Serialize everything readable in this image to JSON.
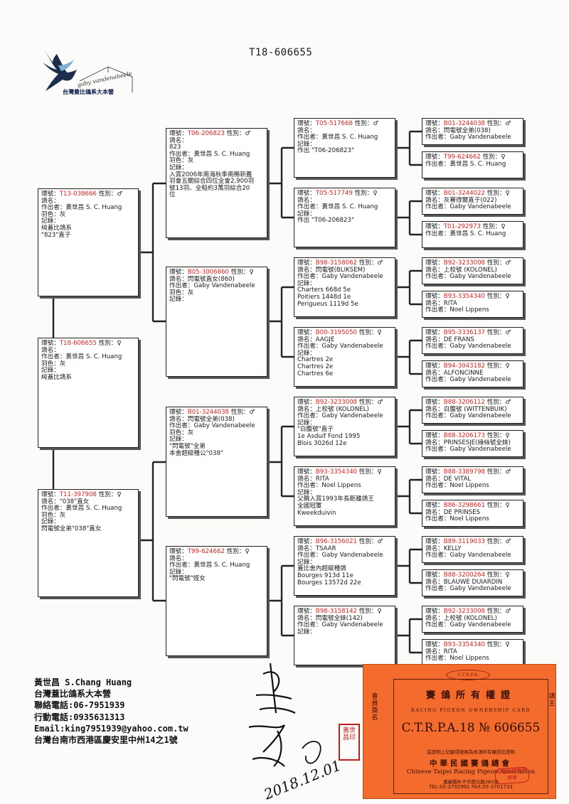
{
  "document_title": "T18-606655",
  "logo": {
    "script_text": "gaby vandenabeele",
    "caption": "台灣蓋比鴿系大本營",
    "icon": "pigeon-icon"
  },
  "labels": {
    "ring": "環號：",
    "sex": "性別：",
    "name": "鴿名：",
    "breeder": "作出者：",
    "color": "羽色：",
    "record": "記錄："
  },
  "pedigree": {
    "subject": {
      "ring": "T18-606655",
      "sex": "♀",
      "lines": [
        "鴿名：",
        "作出者：黃世昌 S. C. Huang",
        "羽色：灰",
        "記錄：",
        "純蓋比鴿系"
      ]
    },
    "sire": {
      "ring": "T13-038666",
      "sex": "♂",
      "lines": [
        "鴿名：",
        "作出者：黃世昌 S. C. Huang",
        "羽色：灰",
        "記錄：",
        "純蓋比鴿系",
        "\"823\"直子"
      ]
    },
    "dam": {
      "ring": "T11-397908",
      "sex": "♀",
      "lines": [
        "鴿名：\"038\"直女",
        "作出者：黃世昌 S. C. Huang",
        "羽色：灰",
        "記錄：",
        "閃電號全弟\"038\"直女"
      ]
    },
    "gen2": [
      {
        "ring": "T06-206823",
        "sex": "♂",
        "lines": [
          "鴿名：",
          "823",
          "作出者：黃世昌 S. C. Huang",
          "羽色：灰",
          "記錄：",
          "入賞2006年南海秋季南縣新義",
          "羽會五關綜合四位全會2,900羽",
          "號13羽、全船約3萬羽綜合20",
          "位"
        ]
      },
      {
        "ring": "B05-3006860",
        "sex": "♀",
        "lines": [
          "鴿名：閃電號直女(860)",
          "作出者：Gaby Vandenabeele",
          "羽色：灰",
          "記錄："
        ]
      },
      {
        "ring": "B01-3244038",
        "sex": "♂",
        "lines": [
          "鴿名：閃電號全弟(038)",
          "作出者：Gaby Vandenabeele",
          "羽色：灰",
          "記錄：",
          "\"閃電號\"全弟",
          "本舍超級種公\"038\""
        ]
      },
      {
        "ring": "T99-624662",
        "sex": "♀",
        "lines": [
          "鴿名：",
          "作出者：黃世昌 S. C. Huang",
          "記錄：",
          "\"閃電號\"姪女"
        ]
      }
    ],
    "gen3": [
      {
        "ring": "T05-517668",
        "sex": "♂",
        "lines": [
          "鴿名：",
          "作出者：黃世昌 S. C. Huang",
          "記錄：",
          "作出 \"T06-206823\""
        ]
      },
      {
        "ring": "T05-517749",
        "sex": "♀",
        "lines": [
          "鴿名：",
          "作出者：黃世昌 S. C. Huang",
          "記錄：",
          "作出 \"T06-206823\""
        ]
      },
      {
        "ring": "B98-3158062",
        "sex": "♂",
        "lines": [
          "鴿名：閃電號(BLIKSEM)",
          "作出者：Gaby Vandenabeele",
          "記錄：",
          "Charters 668d 5e",
          "Poitiers 1448d 1e",
          "Perigueus 1119d 5e"
        ]
      },
      {
        "ring": "B00-3195050",
        "sex": "♀",
        "lines": [
          "鴿名：AAGJE",
          "作出者：Gaby Vandenabeele",
          "記錄：",
          "Chartres 2e",
          "Chartres 2e",
          "Chartres 6e"
        ]
      },
      {
        "ring": "B92-3233008",
        "sex": "♂",
        "lines": [
          "鴿名：上校號 (KOLONEL)",
          "作出者：Gaby Vandenabeele",
          "記錄：",
          "\"白腹號\"直子",
          "1e Asduif Fond 1995",
          "Blois 3026d 12e"
        ]
      },
      {
        "ring": "B93-3354340",
        "sex": "♀",
        "lines": [
          "鴿名：RITA",
          "作出者：Noel Lippens",
          "記錄：",
          "父親入賞1993年長距離鴿王",
          "全國冠軍",
          "Kweekduivin"
        ]
      },
      {
        "ring": "B96-3156021",
        "sex": "♂",
        "lines": [
          "鴿名：TSAAR",
          "作出者：Gaby Vandenabeele",
          "記錄：",
          "蓋比舍內超級種鴿",
          "Bourges 913d 11e",
          "Bourges 13572d 22e"
        ]
      },
      {
        "ring": "B98-3158142",
        "sex": "♀",
        "lines": [
          "鴿名：閃電號全妹(142)",
          "作出者：Gaby Vandenabeele",
          "記錄："
        ]
      }
    ],
    "gen4": [
      {
        "ring": "B01-3244038",
        "sex": "♂",
        "lines": [
          "鴿名：閃電號全弟(038)",
          "作出者：Gaby Vandenabeele"
        ]
      },
      {
        "ring": "T99-624662",
        "sex": "♀",
        "lines": [
          "作出者：黃世昌 S. C. Huang"
        ]
      },
      {
        "ring": "B01-3244022",
        "sex": "♀",
        "lines": [
          "鴿名：灰賽得爾直子(022)",
          "作出者：Gaby Vandenabeele"
        ]
      },
      {
        "ring": "T01-292973",
        "sex": "♀",
        "lines": [
          "作出者：黃世昌 S. C. Huang"
        ]
      },
      {
        "ring": "B92-3233008",
        "sex": "♂",
        "lines": [
          "鴿名：上校號 (KOLONEL)",
          "作出者：Gaby Vandenabeele"
        ]
      },
      {
        "ring": "B93-3354340",
        "sex": "♀",
        "lines": [
          "鴿名：RITA",
          "作出者：Noel Lippens"
        ]
      },
      {
        "ring": "B95-3336137",
        "sex": "♂",
        "lines": [
          "鴿名：DE FRANS",
          "作出者：Gaby Vandenabeele"
        ]
      },
      {
        "ring": "B94-3043182",
        "sex": "♀",
        "lines": [
          "鴿名：ALFONCINNE",
          "作出者：Gaby Vandenabeele"
        ]
      },
      {
        "ring": "B88-3206112",
        "sex": "♂",
        "lines": [
          "鴿名：白腹號 (WITTENBUIK)",
          "作出者：Gaby Vandenabeele"
        ]
      },
      {
        "ring": "B88-3206173",
        "sex": "♀",
        "lines": [
          "鴿名：PRINSESJE(綠絲號全妹)",
          "作出者：Gaby Vandenabeele"
        ]
      },
      {
        "ring": "B88-3389798",
        "sex": "♂",
        "lines": [
          "鴿名：DE VITAL",
          "作出者：Noel Lippens"
        ]
      },
      {
        "ring": "B86-3298661",
        "sex": "♀",
        "lines": [
          "鴿名：DE PRINSES",
          "作出者：Noel Lippens"
        ]
      },
      {
        "ring": "B89-3119033",
        "sex": "♂",
        "lines": [
          "鴿名：KELLY",
          "作出者：Gaby Vandenabeele"
        ]
      },
      {
        "ring": "B88-3200264",
        "sex": "♀",
        "lines": [
          "鴿名：BLAUWE DUIARDIN",
          "作出者：Gaby Vandenabeele"
        ]
      },
      {
        "ring": "B92-3233008",
        "sex": "♂",
        "lines": [
          "鴿名：上校號 (KOLONEL)",
          "作出者：Gaby Vandenabeele"
        ]
      },
      {
        "ring": "B93-3354340",
        "sex": "♀",
        "lines": [
          "鴿名：RITA",
          "作出者：Noel Lippens"
        ]
      }
    ]
  },
  "contact": [
    "黃世昌 S.Chang Huang",
    "台灣蓋比鴿系大本營",
    "聯絡電話:06-7951939",
    "行動電話:0935631313",
    "Email:king7951939@yahoo.com.tw",
    "台灣台南市西港區慶安里中州14之1號"
  ],
  "signature_date": "2018.12.01",
  "ownership_card": {
    "seal": "C.T.R.P.A.",
    "title": "賽鴿所有權證",
    "subtitle": "RACING PIGEON OWNERSHIP CARD",
    "number": "C.T.R.P.A.18 № 606655",
    "statement": "茲證明上記腳環號碼為本鴿所有權證此證明",
    "association": "中華民國賽鴿總會",
    "association_en": "Chinese Taipei Racing Pigeon Association",
    "address": "嘉義縣朴子市開元路385號",
    "phone": "TEL:05-3792991   FAX:05-3701733",
    "side_left": "會員簽名",
    "side_right": "鴿主",
    "stamp": "黃世昌印",
    "corner_stamp": "中華民國賽鴿總會"
  },
  "colors": {
    "ring_number": "#d4231f",
    "card_bg": "#f36c2e",
    "stamp": "#c0201b"
  }
}
